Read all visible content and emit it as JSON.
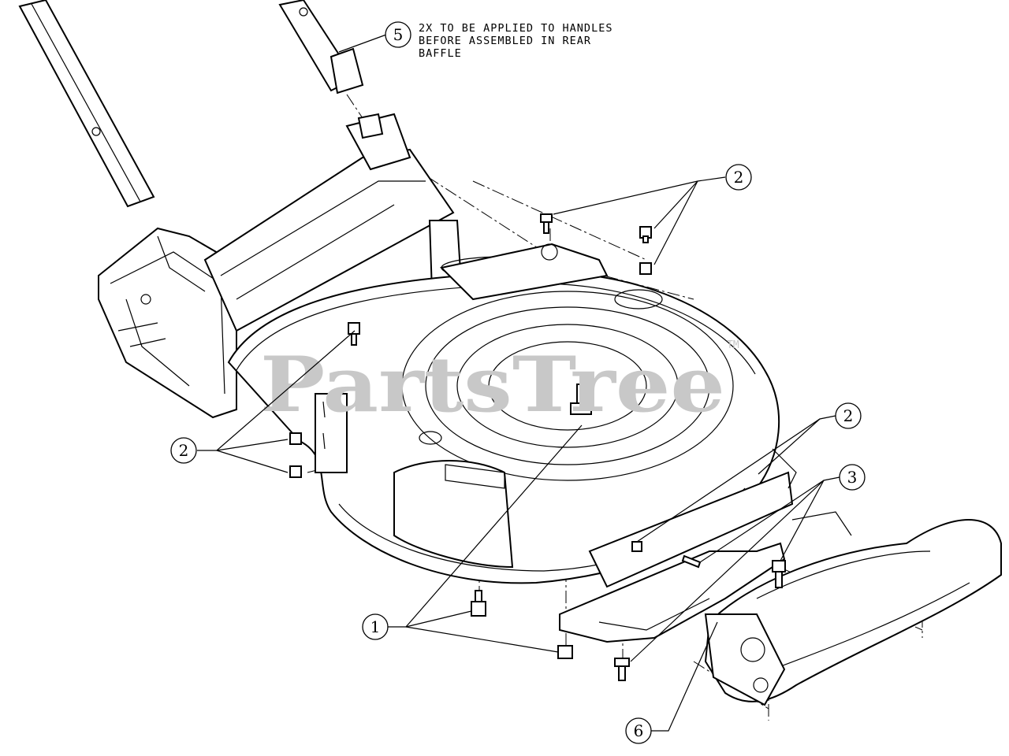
{
  "watermark": {
    "text": "PartsTree",
    "tm": "TM",
    "color": "#c8c8c8"
  },
  "note": {
    "lines": [
      "2X TO BE APPLIED TO HANDLES",
      "BEFORE ASSEMBLED IN REAR",
      "BAFFLE"
    ]
  },
  "callouts": [
    {
      "id": "c5",
      "label": "5"
    },
    {
      "id": "c2a",
      "label": "2"
    },
    {
      "id": "c2b",
      "label": "2"
    },
    {
      "id": "c2c",
      "label": "2"
    },
    {
      "id": "c3",
      "label": "3"
    },
    {
      "id": "c1",
      "label": "1"
    },
    {
      "id": "c6",
      "label": "6"
    }
  ],
  "colors": {
    "ink": "#000000",
    "paper": "#ffffff"
  }
}
